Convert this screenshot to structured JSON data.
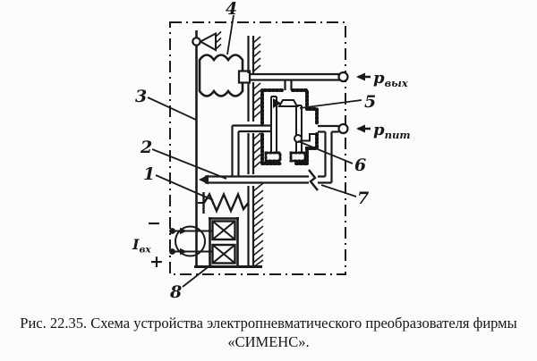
{
  "figure": {
    "caption_line1": "Рис. 22.35. Схема устройства электропневматического преобразователя фирмы",
    "caption_line2": "«СИМЕНС»."
  },
  "diagram": {
    "part_labels": {
      "1": "1",
      "2": "2",
      "3": "3",
      "4": "4",
      "5": "5",
      "6": "6",
      "7": "7",
      "8": "8"
    },
    "ports": {
      "output": {
        "symbol": "р",
        "subscript": "вых"
      },
      "supply": {
        "symbol": "р",
        "subscript": "пит"
      }
    },
    "input": {
      "symbol": "I",
      "subscript": "вх",
      "minus": "−",
      "plus": "+"
    }
  },
  "colors": {
    "ink": "#1a1a1a",
    "paper": "#fcfcfb"
  }
}
